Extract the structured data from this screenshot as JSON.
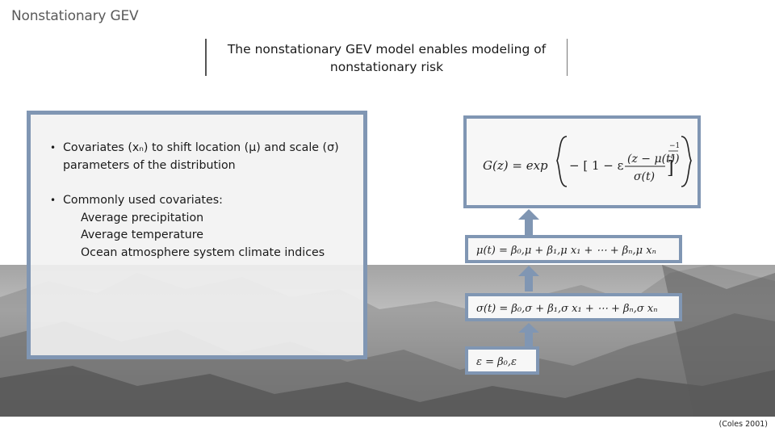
{
  "slide": {
    "title": "Nonstationary GEV",
    "subtitle_line1": "The nonstationary GEV model enables modeling of",
    "subtitle_line2": "nonstationary risk"
  },
  "bullets": {
    "b1_text": "Covariates (xₙ) to shift location (μ) and scale (σ) parameters of the distribution",
    "b2_text": "Commonly used covariates:",
    "covariates": [
      "Average precipitation",
      "Average temperature",
      "Ocean atmosphere system climate indices"
    ]
  },
  "equations": {
    "g_lhs": "G(z) = exp",
    "g_inner": "− [ 1 − ε",
    "g_numerator": "(z − μ(t))",
    "g_denominator": "σ(t)",
    "g_exp_top": "−1",
    "g_exp_bottom": "ε",
    "mu": "μ(t) =  β₀,μ + β₁,μ x₁ + ⋯ + βₙ,μ xₙ",
    "sigma": "σ(t) =  β₀,σ + β₁,σ x₁ + ⋯ + βₙ,σ xₙ",
    "epsilon": "ε = β₀,ε"
  },
  "citation": "(Coles 2001)",
  "colors": {
    "panel_border": "#8096b3",
    "arrow": "#8096b3"
  }
}
